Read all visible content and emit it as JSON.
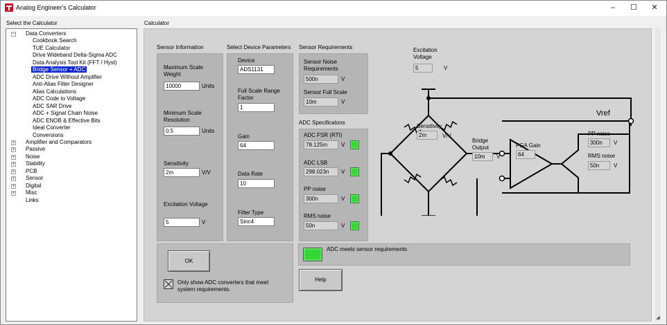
{
  "window": {
    "title": "Analog Engineer's Calculator",
    "controls": [
      "–",
      "☐",
      "✕"
    ]
  },
  "left": {
    "label": "Select the Calculator",
    "tree": {
      "data_converters": {
        "label": "Data Converters",
        "children": [
          "Cookbook Search",
          "TUE Calculator",
          "Drive Wideband Delta-Sigma ADC",
          "Data Analysis Tool Kit (FFT / Hyst)",
          "Bridge Sensor + ADC",
          "ADC Drive Without Amplifier",
          "Anti-Alias Filter Designer",
          "Alias Calculations",
          "ADC Code to Voltage",
          "ADC SAR Drive",
          "ADC + Signal Chain Noise",
          "ADC ENOB & Effective Bits",
          "Ideal Converter",
          "Conversions"
        ]
      },
      "others": [
        "Amplifier and Comparators",
        "Passive",
        "Noise",
        "Stability",
        "PCB",
        "Sensor",
        "Digital",
        "Misc",
        "Links"
      ]
    }
  },
  "calc": {
    "label": "Calculator",
    "sensor_info": {
      "title": "Sensor Information",
      "max_weight_label": "Maximum Scale Weight",
      "max_weight_value": "10000",
      "max_weight_unit": "Units",
      "min_res_label": "Minimum Scale Resolution",
      "min_res_value": "0.5",
      "min_res_unit": "Units",
      "sensitivity_label": "Sensitivity",
      "sensitivity_value": "2m",
      "sensitivity_unit": "V/V",
      "excitation_label": "Excitation Voltage",
      "excitation_value": "5",
      "excitation_unit": "V"
    },
    "device_params": {
      "title": "Select Device Parameters",
      "device_label": "Device",
      "device_value": "ADS1131",
      "fsr_label": "Full Scale Range Factor",
      "fsr_value": "1",
      "gain_label": "Gain",
      "gain_value": "64",
      "rate_label": "Data Rate",
      "rate_value": "10",
      "filter_label": "Filter Type",
      "filter_value": "Sinc4"
    },
    "sensor_req": {
      "title": "Sensor Requirements",
      "noise_label": "Sensor Noise Requirements",
      "noise_value": "500n",
      "noise_unit": "V",
      "fs_label": "Sensor Full Scale",
      "fs_value": "10m",
      "fs_unit": "V"
    },
    "adc_spec": {
      "title": "ADC Specificatons",
      "fsr_label": "ADC FSR (RTI)",
      "fsr_value": "78.125m",
      "lsb_label": "ADC LSB",
      "lsb_value": "298.023n",
      "pp_label": "PP noise",
      "pp_value": "300n",
      "rms_label": "RMS noise",
      "rms_value": "50n",
      "unit": "V"
    },
    "status": {
      "text": "ADC meets sensor requirements",
      "led_color": "#33d633"
    },
    "ok_label": "OK",
    "help_label": "Help",
    "checkbox_label": "Only show ADC converters that meet system requirements.",
    "schematic": {
      "excitation_label": "Excitation Voltage",
      "excitation_value": "5",
      "excitation_unit": "V",
      "sensitivity_label": "Sensitivity",
      "sensitivity_value": "2m",
      "sensitivity_unit": "V/V",
      "bridge_label": "Bridge Output",
      "bridge_value": "10m",
      "bridge_unit": "V",
      "pga_label": "PGA Gain",
      "pga_value": "64",
      "vref_label": "Vref",
      "pp_label": "PP noise",
      "pp_value": "300n",
      "pp_unit": "V",
      "rms_label": "RMS noise",
      "rms_value": "50n",
      "rms_unit": "V"
    }
  }
}
